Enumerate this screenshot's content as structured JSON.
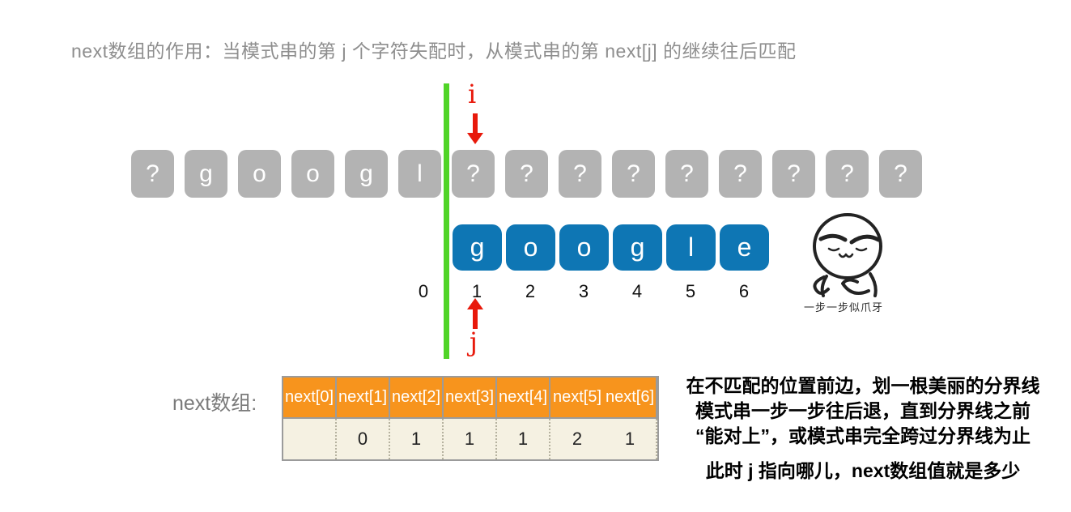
{
  "title": "next数组的作用：当模式串的第 j 个字符失配时，从模式串的第 next[j] 的继续往后匹配",
  "colors": {
    "gray_box": "#b3b3b3",
    "blue_box": "#0e76b4",
    "green_divider": "#50d427",
    "pointer_red": "#e8190b",
    "table_header_orange": "#f7941d",
    "table_value_cream": "#f5f1e2",
    "table_gray_cell": "#cdcdcd"
  },
  "text_string": {
    "cells": [
      "?",
      "g",
      "o",
      "o",
      "g",
      "l",
      "?",
      "?",
      "?",
      "?",
      "?",
      "?",
      "?",
      "?",
      "?"
    ]
  },
  "pattern_string": {
    "cells": [
      "g",
      "o",
      "o",
      "g",
      "l",
      "e"
    ],
    "indices": [
      "0",
      "1",
      "2",
      "3",
      "4",
      "5",
      "6"
    ]
  },
  "pointers": {
    "i_label": "i",
    "j_label": "j"
  },
  "meme": {
    "caption": "一步一步似爪牙"
  },
  "next_table": {
    "label": "next数组:",
    "headers": [
      "next[0]",
      "next[1]",
      "next[2]",
      "next[3]",
      "next[4]",
      "next[5]",
      "next[6]"
    ],
    "values": [
      "",
      "0",
      "1",
      "1",
      "1",
      "2",
      "1"
    ]
  },
  "note": {
    "lines": [
      "在不匹配的位置前边，划一根美丽的分界线",
      "模式串一步一步往后退，直到分界线之前",
      "“能对上”，或模式串完全跨过分界线为止"
    ],
    "footer": "此时 j 指向哪儿，next数组值就是多少"
  }
}
